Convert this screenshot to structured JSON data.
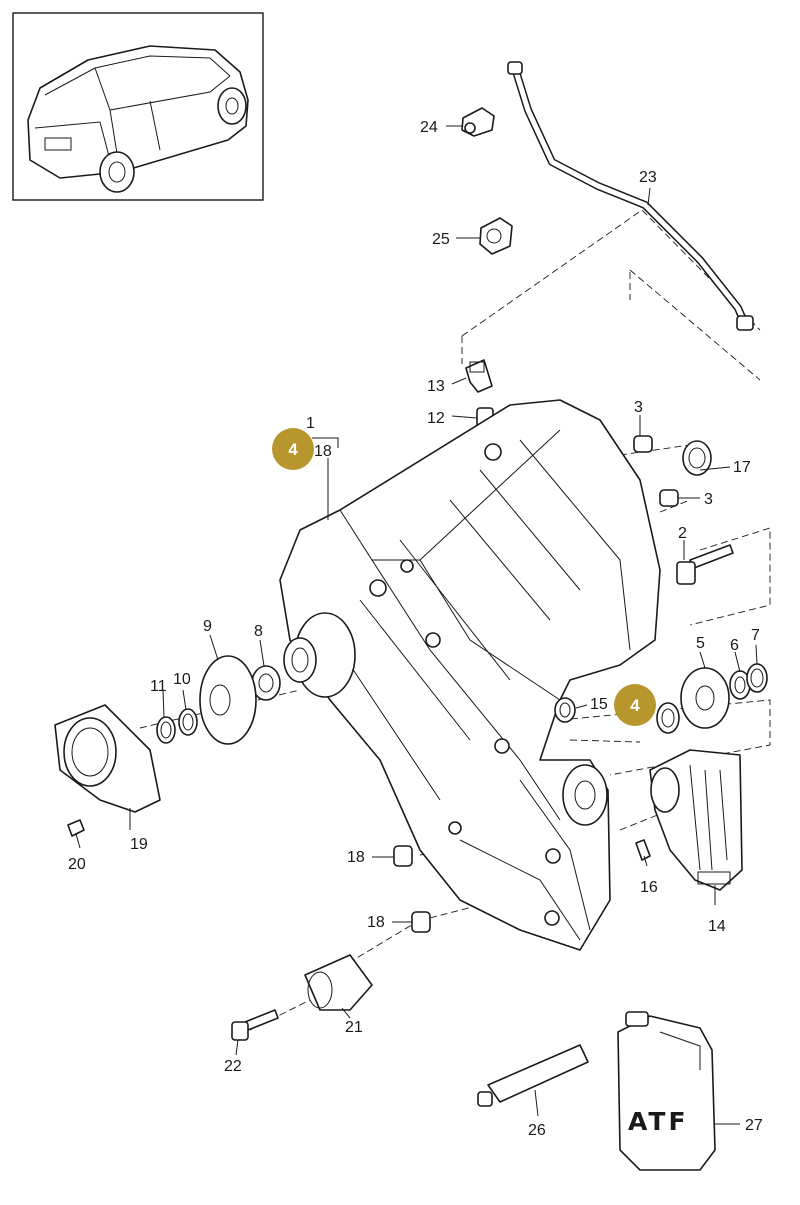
{
  "colors": {
    "badge": "#b8962e",
    "ink": "#1a1a1a",
    "background": "#ffffff"
  },
  "callouts": [
    {
      "id": "c1",
      "text": "1"
    },
    {
      "id": "c2",
      "text": "2"
    },
    {
      "id": "c3a",
      "text": "3"
    },
    {
      "id": "c3b",
      "text": "3"
    },
    {
      "id": "c5",
      "text": "5"
    },
    {
      "id": "c6",
      "text": "6"
    },
    {
      "id": "c7",
      "text": "7"
    },
    {
      "id": "c8",
      "text": "8"
    },
    {
      "id": "c9",
      "text": "9"
    },
    {
      "id": "c10",
      "text": "10"
    },
    {
      "id": "c11",
      "text": "11"
    },
    {
      "id": "c12",
      "text": "12"
    },
    {
      "id": "c13",
      "text": "13"
    },
    {
      "id": "c14",
      "text": "14"
    },
    {
      "id": "c15",
      "text": "15"
    },
    {
      "id": "c16",
      "text": "16"
    },
    {
      "id": "c17",
      "text": "17"
    },
    {
      "id": "c18a",
      "text": "18"
    },
    {
      "id": "c18b",
      "text": "18"
    },
    {
      "id": "c18c",
      "text": "18"
    },
    {
      "id": "c19",
      "text": "19"
    },
    {
      "id": "c20",
      "text": "20"
    },
    {
      "id": "c21",
      "text": "21"
    },
    {
      "id": "c22",
      "text": "22"
    },
    {
      "id": "c23",
      "text": "23"
    },
    {
      "id": "c24",
      "text": "24"
    },
    {
      "id": "c25",
      "text": "25"
    },
    {
      "id": "c26",
      "text": "26"
    },
    {
      "id": "c27",
      "text": "27"
    }
  ],
  "badges": [
    {
      "id": "b1",
      "text": "4"
    },
    {
      "id": "b2",
      "text": "4"
    }
  ],
  "fluid_label": "ATF",
  "icons": [
    "vehicle-thumbnail-icon",
    "transfer-case-icon",
    "atf-bottle-icon",
    "sealant-tube-icon"
  ]
}
